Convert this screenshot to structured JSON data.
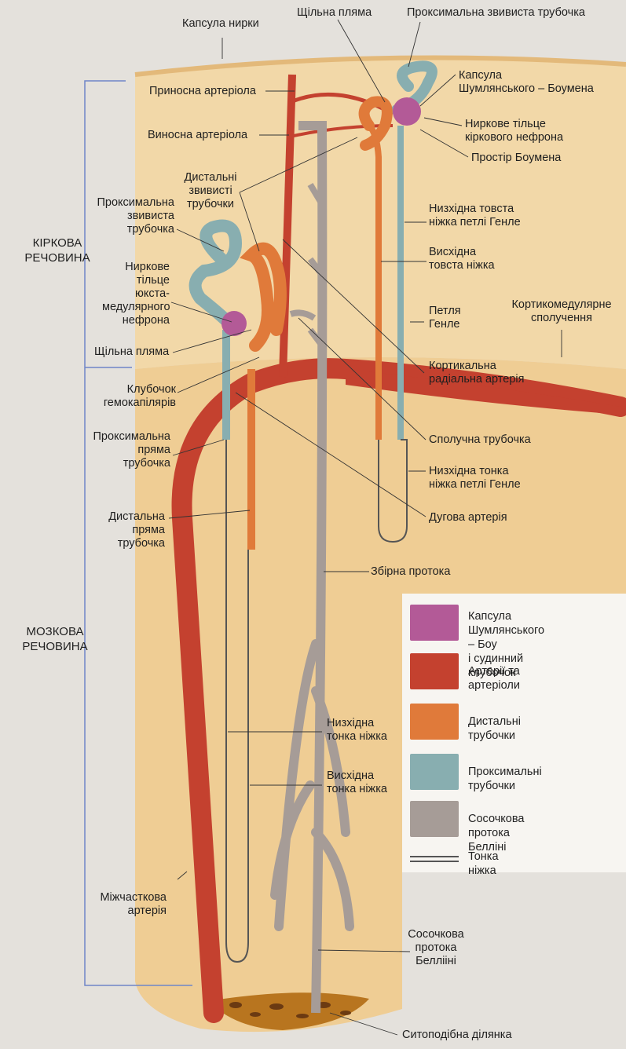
{
  "regions": {
    "cortex": "КІРКОВА\nРЕЧОВИНА",
    "medulla": "МОЗКОВА\nРЕЧОВИНА"
  },
  "labels": {
    "kidney_capsule": "Капсула нирки",
    "macula_densa_top": "Щільна пляма",
    "proximal_convoluted_top": "Проксимальна звивиста трубочка",
    "afferent_arteriole": "Приносна артеріола",
    "efferent_arteriole": "Виносна артеріола",
    "bowman_capsule": "Капсула\nШумлянського – Боумена",
    "renal_corpuscle_cortical": "Ниркове тільце\nкіркового нефрона",
    "bowman_space": "Простір Боумена",
    "distal_convoluted": "Дистальні\nзвивисті\nтрубочки",
    "proximal_convoluted_left": "Проксимальна\nзвивиста\nтрубочка",
    "renal_corpuscle_juxta": "Ниркове\nтільце юкста-\nмедулярного\nнефрона",
    "macula_densa_left": "Щільна пляма",
    "glomerulus": "Клубочок\nгемокапілярів",
    "proximal_straight": "Проксимальна\nпряма\nтрубочка",
    "distal_straight": "Дистальна\nпряма\nтрубочка",
    "thick_descending": "Низхідна товста\nніжка петлі Генле",
    "thick_ascending": "Висхідна\nтовста ніжка",
    "loop_henle": "Петля\nГенле",
    "corticomedullary": "Кортикомедулярне\nсполучення",
    "cortical_radial_artery": "Кортикальна\nрадіальна артерія",
    "connecting_tubule": "Сполучна трубочка",
    "thin_descending_top": "Низхідна тонка\nніжка петлі Генле",
    "arcuate_artery": "Дугова артерія",
    "collecting_duct": "Збірна протока",
    "thin_descending_bottom": "Низхідна\nтонка ніжка",
    "thin_ascending_bottom": "Висхідна\nтонка ніжка",
    "interlobular_artery": "Міжчасткова\nартерія",
    "papillary_duct": "Сосочкова\nпротока\nБеллііні",
    "cribriform_area": "Ситоподібна ділянка"
  },
  "legend": [
    {
      "text": "Капсула Шумлянського – Боу\nі судинний клубочок",
      "color": "#b35a97"
    },
    {
      "text": "Артерії та артеріоли",
      "color": "#c4412f"
    },
    {
      "text": "Дистальні трубочки",
      "color": "#e07a3a"
    },
    {
      "text": "Проксимальні трубочки",
      "color": "#88aeb0"
    },
    {
      "text": "Сосочкова протока Белліні",
      "color": "#a69c97"
    },
    {
      "text": "Тонка ніжка",
      "color": "#555555"
    }
  ],
  "colors": {
    "cortex_bg": "#f2d6a4",
    "medulla_bg": "#f0cd94",
    "artery": "#c4412f",
    "distal": "#e07a3a",
    "proximal": "#88aeb0",
    "duct": "#a69c97",
    "capsule": "#b35a97",
    "bracket": "#6f86c8"
  }
}
